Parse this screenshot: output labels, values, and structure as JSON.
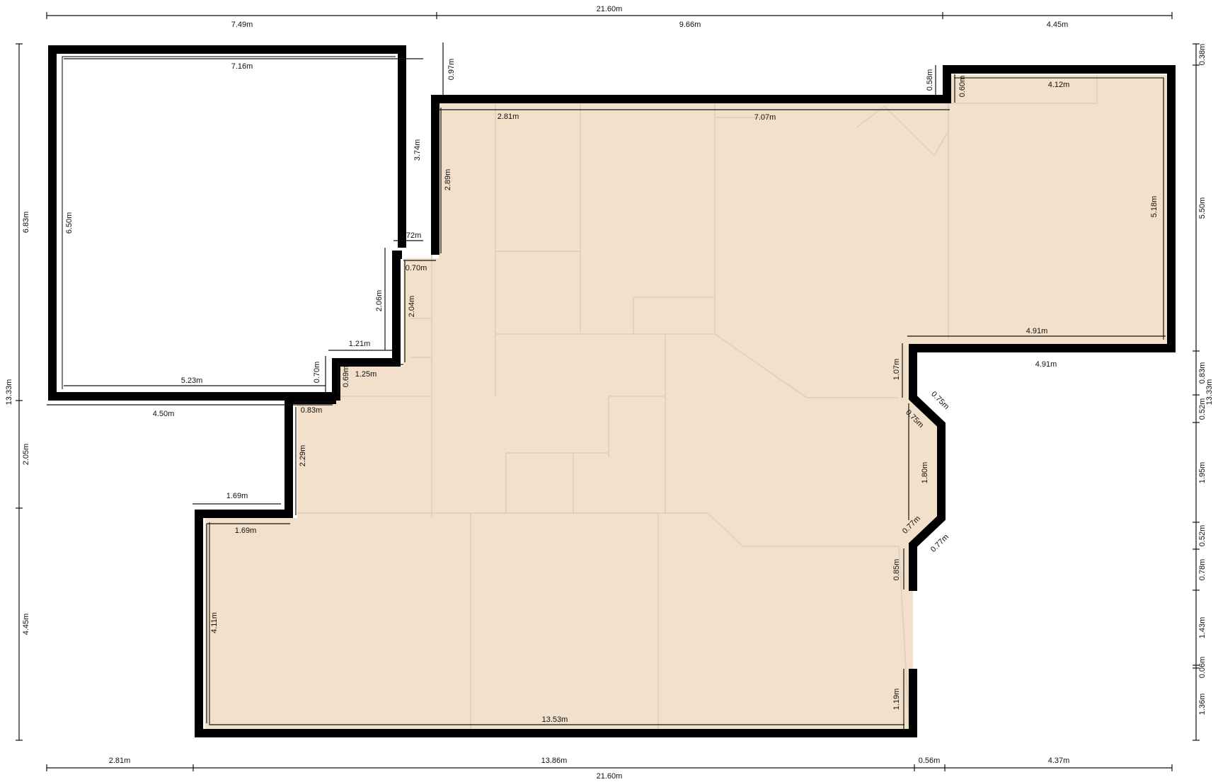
{
  "colors": {
    "wall": "#000000",
    "floor": "#f2e0ca",
    "inner_line": "#e2d2bd",
    "dimension": "#111111",
    "background": "#ffffff"
  },
  "dimensions": {
    "top": {
      "total": "21.60m",
      "seg1": "7.49m",
      "seg2": "9.66m",
      "seg3": "4.45m"
    },
    "bottom": {
      "total": "21.60m",
      "seg1": "2.81m",
      "seg2": "13.86m",
      "seg3": "0.56m",
      "seg4": "4.37m"
    },
    "left": {
      "total": "13.33m",
      "seg1": "6.83m",
      "seg2": "2.05m",
      "seg3": "4.45m"
    },
    "right": {
      "total": "13.33m",
      "seg1": "0.38m",
      "seg2": "5.50m",
      "seg3": "0.83m",
      "seg4": "0.52m",
      "seg5": "1.95m",
      "seg6": "0.52m",
      "seg7": "0.78m",
      "seg8": "1.43m",
      "seg9": "0.06m",
      "seg10": "1.36m"
    },
    "interior": {
      "d716": "7.16m",
      "d650": "6.50m",
      "d374": "3.74m",
      "d523": "5.23m",
      "d450": "4.50m",
      "d097": "0.97m",
      "d281": "2.81m",
      "d707": "7.07m",
      "d058": "0.58m",
      "d060": "0.60m",
      "d412": "4.12m",
      "d518": "5.18m",
      "d289": "2.89m",
      "d072": "0.72m",
      "d070a": "0.70m",
      "d206": "2.06m",
      "d204": "2.04m",
      "d121": "1.21m",
      "d125": "1.25m",
      "d069": "0.69m",
      "d070b": "0.70m",
      "d083": "0.83m",
      "d229": "2.29m",
      "d169a": "1.69m",
      "d169b": "1.69m",
      "d411": "4.11m",
      "d491a": "4.91m",
      "d491b": "4.91m",
      "d107": "1.07m",
      "d075a": "0.75m",
      "d075b": "0.75m",
      "d180": "1.80m",
      "d077a": "0.77m",
      "d077b": "0.77m",
      "d085": "0.85m",
      "d119": "1.19m",
      "d1353": "13.53m"
    }
  }
}
